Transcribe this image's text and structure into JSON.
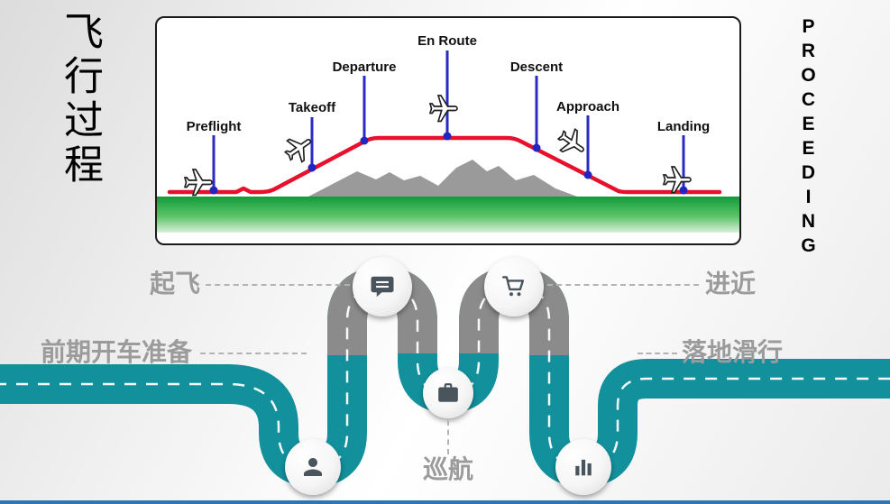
{
  "slide": {
    "title": "飞行过程",
    "side_text": "PROCEEDING",
    "colors": {
      "road_teal": "#12919C",
      "road_gray": "#8B8B8B",
      "flight_path_red": "#E8112D",
      "marker_blue": "#2B2BC4",
      "label_gray": "#9B9B9B",
      "bottom_bar_blue": "#2E75B6",
      "ground_green": "#149A3C",
      "mountain_gray": "#9A9A9A"
    }
  },
  "flight_profile": {
    "phases": [
      {
        "label": "Preflight",
        "icon": "airplane-icon"
      },
      {
        "label": "Takeoff",
        "icon": "airplane-icon"
      },
      {
        "label": "Departure"
      },
      {
        "label": "En Route",
        "icon": "airplane-icon"
      },
      {
        "label": "Descent"
      },
      {
        "label": "Approach",
        "icon": "airplane-icon"
      },
      {
        "label": "Landing",
        "icon": "airplane-icon"
      }
    ]
  },
  "roadmap": {
    "stops": [
      {
        "label": "前期开车准备",
        "icon": "person-icon"
      },
      {
        "label": "起飞",
        "icon": "chat-bubble-icon"
      },
      {
        "label": "巡航",
        "icon": "briefcase-icon"
      },
      {
        "label": "进近",
        "icon": "cart-icon"
      },
      {
        "label": "落地滑行",
        "icon": "bar-chart-icon"
      }
    ]
  }
}
